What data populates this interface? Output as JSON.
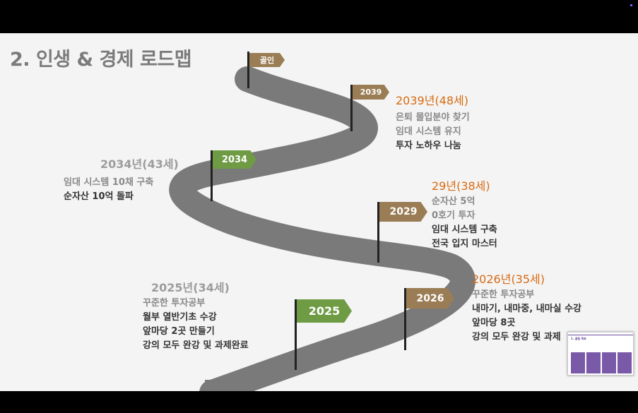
{
  "title": "2. 인생 & 경제 로드맵",
  "flags": {
    "goal": "골인",
    "y2039": "2039",
    "y2034": "2034",
    "y2029": "2029",
    "y2026": "2026",
    "y2025": "2025"
  },
  "milestones": {
    "m2039": {
      "year": "2039년(48세)",
      "lines": [
        "은퇴 몰입분야 찾기",
        "임대 시스템 유지",
        "투자 노하우 나눔"
      ]
    },
    "m2034": {
      "year": "2034년(43세)",
      "lines": [
        "임대 시스템 10채 구축",
        "순자산 10억 돌파"
      ]
    },
    "m2029": {
      "year": "29년(38세)",
      "lines": [
        "순자산 5억",
        "0호기 투자",
        "임대 시스템 구축",
        "전국 입지 마스터"
      ]
    },
    "m2026": {
      "year": "2026년(35세)",
      "lines": [
        "꾸준한 투자공부",
        "내마기, 내마중, 내마실 수강",
        "앞마당 8곳",
        "강의 모두 완강 및 과제"
      ]
    },
    "m2025": {
      "year": "2025년(34세)",
      "lines": [
        "꾸준한 투자공부",
        "월부 열반기초 수강",
        "앞마당 2곳 만들기",
        "강의 모두 완강 및 과제완료"
      ]
    }
  },
  "colors": {
    "road": "#7a7a7a",
    "flag_brown": "#9a7d55",
    "flag_green": "#6e9b44",
    "year_orange": "#d86a12"
  },
  "thumbnail": {
    "title": "1. 굴림 목표"
  }
}
